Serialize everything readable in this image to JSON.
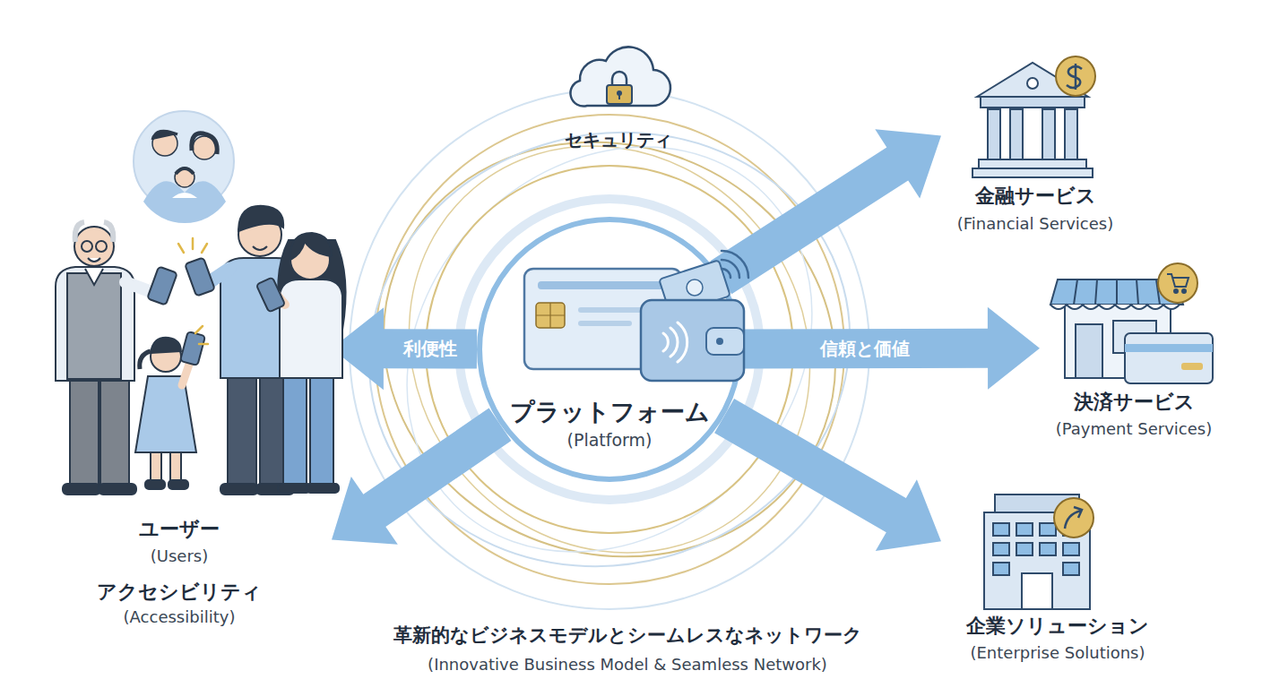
{
  "diagram": {
    "caption": "革新的なビジネスモデルとシームレスなネットワーク",
    "nodes": [
      {
        "text": [
          "ユーザー",
          "(Users)",
          "アクセシビリティ",
          "(Accessibility)"
        ]
      },
      {
        "text": [
          "プラットフォーム",
          "(Platform)"
        ]
      },
      {
        "text": [
          "金融サービス",
          "(Financial Services)"
        ]
      },
      {
        "text": [
          "決済サービス",
          "(Payment Services)"
        ]
      },
      {
        "text": [
          "企業ソリューション",
          "(Enterprise Solutions)"
        ]
      }
    ],
    "edges": [
      {
        "from": 1,
        "to": 0,
        "label": "利便性",
        "arrow": "to"
      },
      {
        "from": 1,
        "to": 0,
        "arrow": "to"
      },
      {
        "from": 1,
        "to": 2,
        "arrow": "to"
      },
      {
        "from": 1,
        "to": 3,
        "label": "信頼と価値",
        "arrow": "to"
      },
      {
        "from": 1,
        "to": 4,
        "arrow": "to"
      }
    ],
    "labels": [
      "セキュリティ",
      "(Innovative Business Model & Seamless Network)"
    ]
  }
}
